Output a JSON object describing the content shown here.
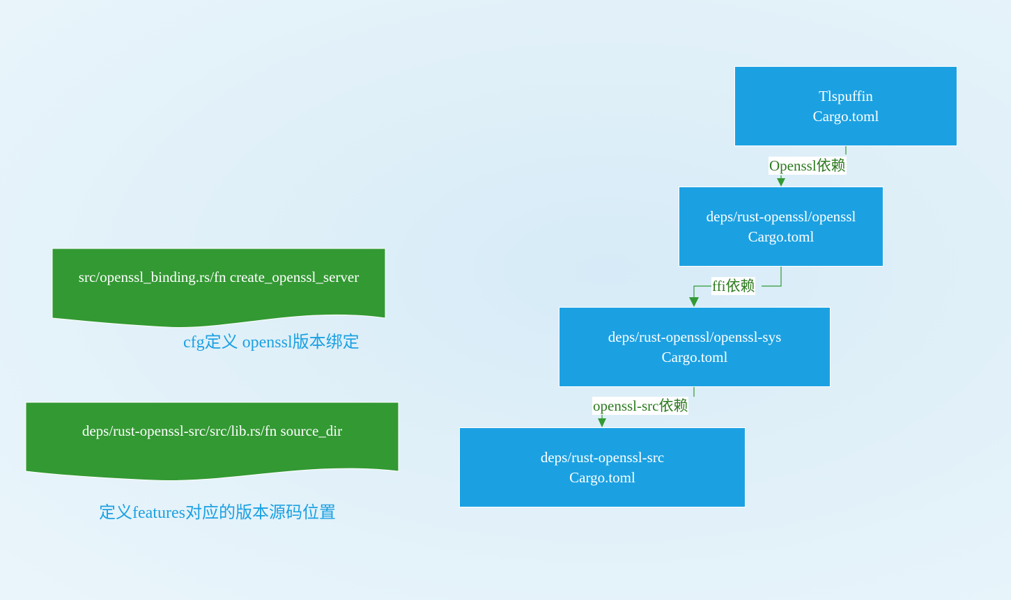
{
  "colors": {
    "box_fill": "#1ba1e2",
    "doc_fill": "#339933",
    "edge": "#339933",
    "edge_label_text": "#2d7a20",
    "caption_text": "#1ba1e2"
  },
  "nodes": {
    "tlspuffin": {
      "line1": "Tlspuffin",
      "line2": "Cargo.toml"
    },
    "openssl": {
      "line1": "deps/rust-openssl/openssl",
      "line2": "Cargo.toml"
    },
    "openssl_sys": {
      "line1": "deps/rust-openssl/openssl-sys",
      "line2": "Cargo.toml"
    },
    "openssl_src": {
      "line1": "deps/rust-openssl-src",
      "line2": "Cargo.toml"
    }
  },
  "edges": {
    "e1": "Openssl依赖",
    "e2": "ffi依赖",
    "e3": "openssl-src依赖"
  },
  "docs": {
    "binding": {
      "text": "src/openssl_binding.rs/fn create_openssl_server",
      "caption": "cfg定义 openssl版本绑定"
    },
    "source_dir": {
      "text": "deps/rust-openssl-src/src/lib.rs/fn source_dir",
      "caption": "定义features对应的版本源码位置"
    }
  }
}
